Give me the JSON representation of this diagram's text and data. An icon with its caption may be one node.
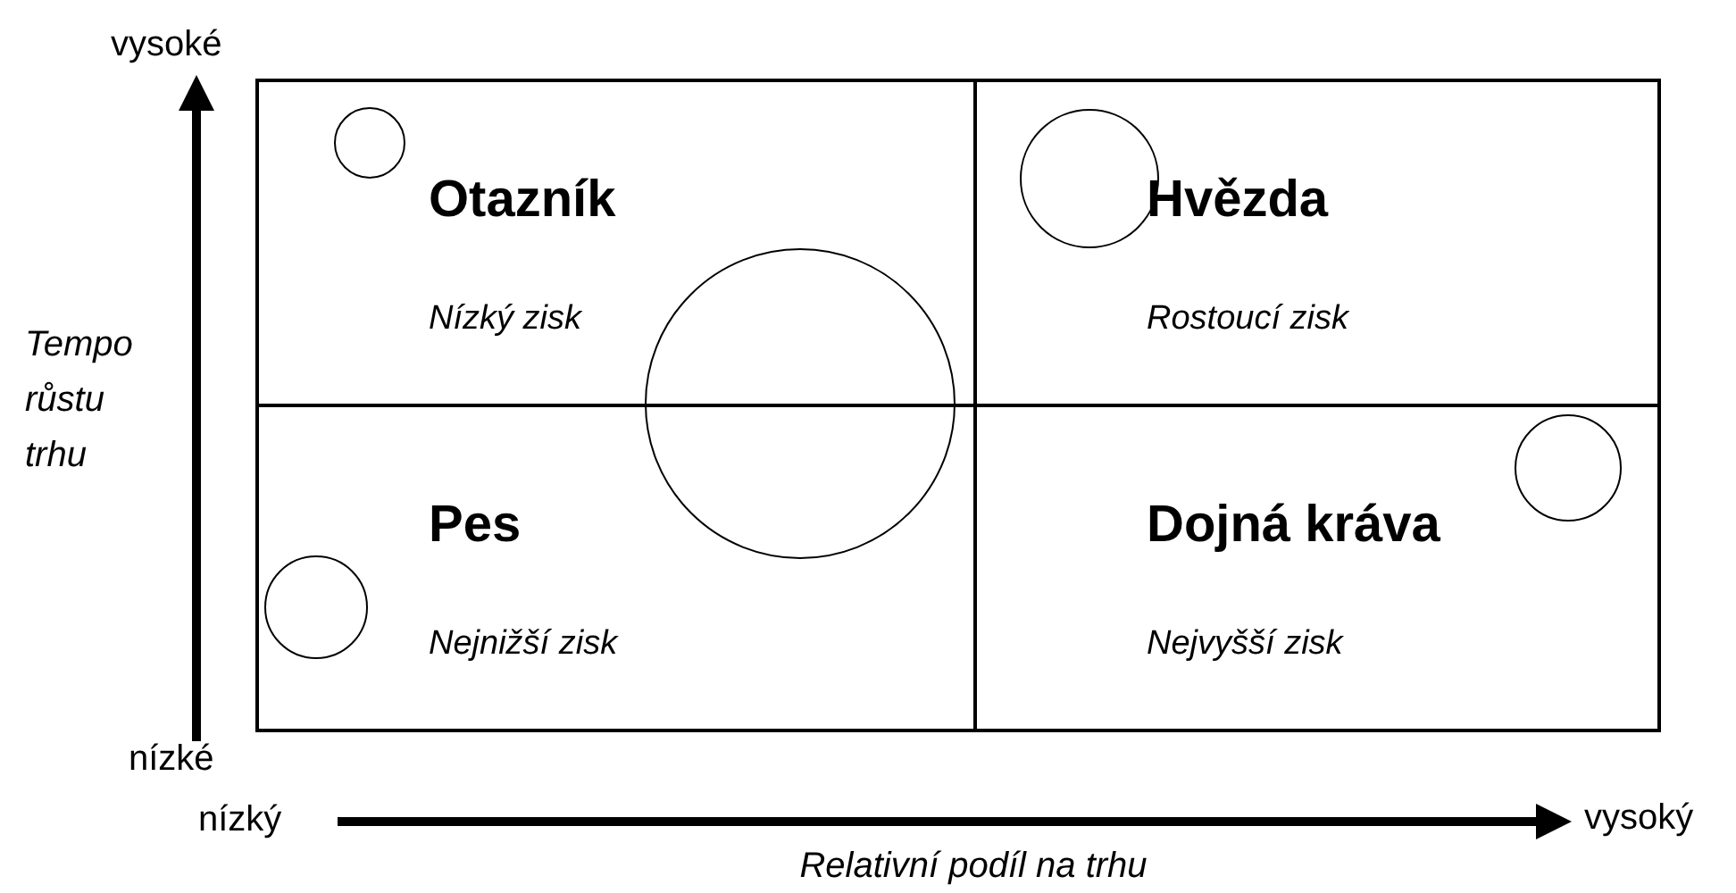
{
  "diagram": {
    "nodes": [
      {
        "text": [
          "Otazník",
          "Nízký zisk"
        ]
      },
      {
        "text": [
          "Hvězda",
          "Rostoucí zisk"
        ]
      },
      {
        "text": [
          "Pes",
          "Nejnižší zisk"
        ]
      },
      {
        "text": [
          "Dojná kráva",
          "Nejvyšší zisk"
        ]
      },
      {
        "text": [],
        "shape": "circle",
        "in": 2
      },
      {
        "text": [],
        "shape": "circle",
        "in": 0
      },
      {
        "text": [],
        "shape": "circle"
      },
      {
        "text": [],
        "shape": "circle",
        "in": 1
      },
      {
        "text": [],
        "shape": "circle",
        "in": 3
      }
    ],
    "labels": [
      "vysoké",
      "Tempo růstu trhu",
      "nízké",
      "nízký",
      "vysoký",
      "Relativní podíl na trhu"
    ]
  }
}
